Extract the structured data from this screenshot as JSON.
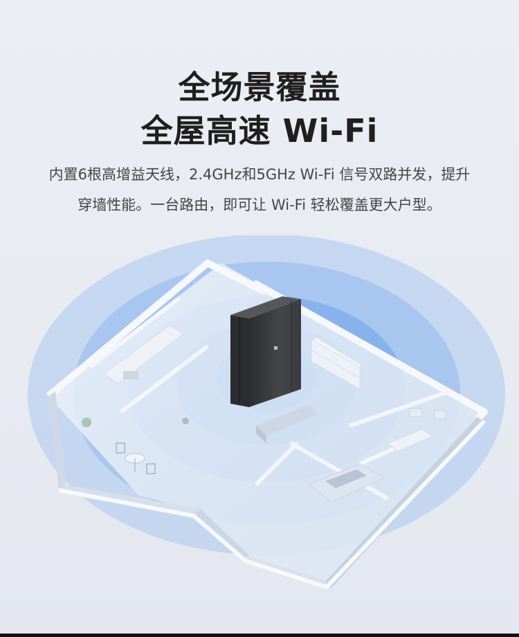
{
  "heading": {
    "line1": "全场景覆盖",
    "line2": "全屋高速 Wi-Fi"
  },
  "description": {
    "line1": "内置6根高增益天线，2.4GHz和5GHz Wi-Fi 信号双路并发，提升",
    "line2": "穿墙性能。一台路由，即可让 Wi-Fi 轻松覆盖更大户型。"
  },
  "colors": {
    "background": "#eceef5",
    "wifi_signal": "#4a8fe6",
    "router_body": "#3a3b3e",
    "floor": "#e3ecf6"
  },
  "icons": {
    "router": "router-device",
    "signal": "wifi-coverage-rings"
  }
}
